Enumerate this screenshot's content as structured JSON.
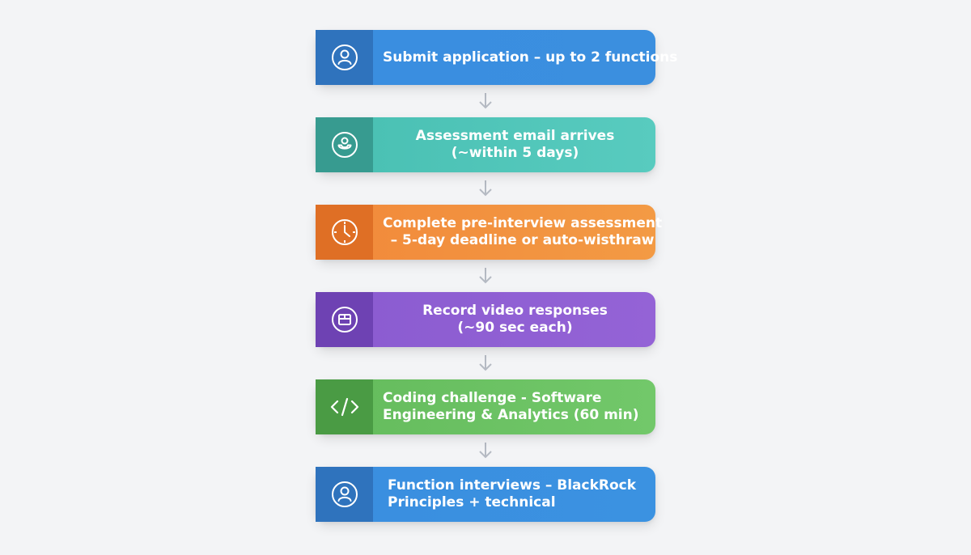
{
  "steps": [
    {
      "lines": [
        "Submit application – up to 2 functions"
      ],
      "icon": "user-icon"
    },
    {
      "lines": [
        "Assessment email arrives",
        "(~within 5 days)"
      ],
      "icon": "inbox-icon"
    },
    {
      "lines": [
        "Complete pre-interview assessment",
        "– 5-day deadline or auto-wisthraw"
      ],
      "icon": "clock-icon"
    },
    {
      "lines": [
        "Record video responses",
        "(~90 sec each)"
      ],
      "icon": "video-icon"
    },
    {
      "lines": [
        "Coding challenge - Software",
        "Engineering & Analytics (60 min)"
      ],
      "icon": "code-icon"
    },
    {
      "lines": [
        "Function interviews – BlackRock",
        "Principles + technical"
      ],
      "icon": "user-icon"
    }
  ],
  "colors": {
    "step1": "#3a8ee0",
    "step2": "#4fc4b8",
    "step3": "#f28f3e",
    "step4": "#8e5fd3",
    "step5": "#6bc163",
    "step6": "#3a8ee0",
    "connector": "#b5bac3",
    "background": "#f3f4f6"
  }
}
